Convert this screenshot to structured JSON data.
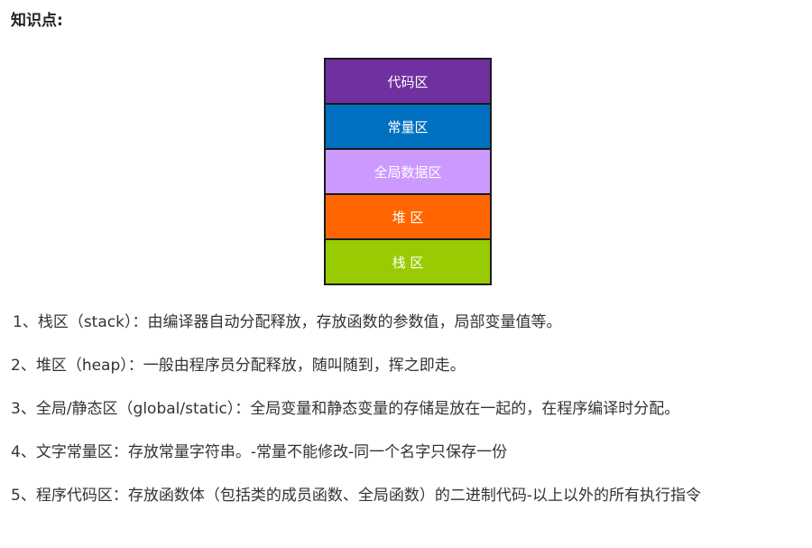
{
  "heading": "知识点:",
  "segments": [
    {
      "label": "代码区",
      "color": "#7030a0"
    },
    {
      "label": "常量区",
      "color": "#0070c0"
    },
    {
      "label": "全局数据区",
      "color": "#cc99ff"
    },
    {
      "label": "堆 区",
      "color": "#ff6600"
    },
    {
      "label": "栈 区",
      "color": "#99cc00"
    }
  ],
  "points": [
    "1、栈区（stack）：由编译器自动分配释放，存放函数的参数值，局部变量值等。",
    "2、堆区（heap）：一般由程序员分配释放，随叫随到，挥之即走。",
    "3、全局/静态区（global/static）：全局变量和静态变量的存储是放在一起的，在程序编译时分配。",
    "4、文字常量区：存放常量字符串。-常量不能修改-同一个名字只保存一份",
    "5、程序代码区：存放函数体（包括类的成员函数、全局函数）的二进制代码-以上以外的所有执行指令"
  ]
}
